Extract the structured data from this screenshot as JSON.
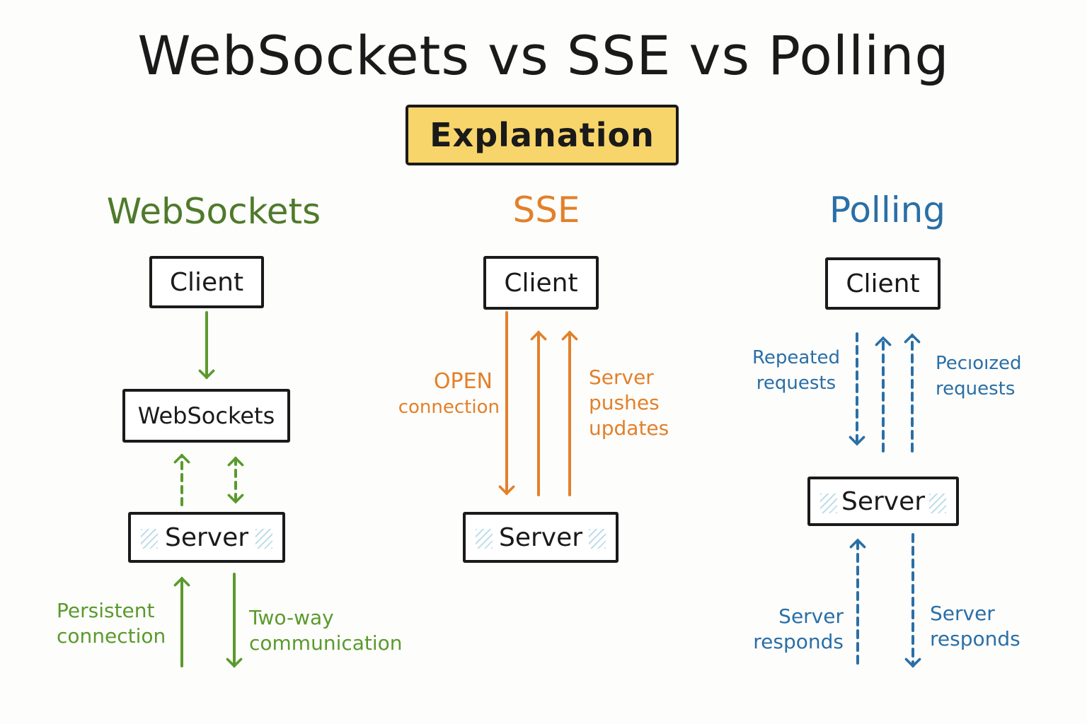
{
  "title": "WebSockets vs SSE vs Polling",
  "badge": "Explanation",
  "colors": {
    "websockets": "#5a9a2c",
    "sse": "#e3802a",
    "polling": "#2a6fa6",
    "badge": "#f8d56a"
  },
  "websockets": {
    "heading": "WebSockets",
    "client": "Client",
    "middle": "WebSockets",
    "server": "Server",
    "label_left": [
      "Persistent",
      "connection"
    ],
    "label_right": [
      "Two-way",
      "communication"
    ]
  },
  "sse": {
    "heading": "SSE",
    "client": "Client",
    "server": "Server",
    "label_left": [
      "OPEN",
      "connection"
    ],
    "label_right": [
      "Server",
      "pushes",
      "updates"
    ]
  },
  "polling": {
    "heading": "Polling",
    "client": "Client",
    "server": "Server",
    "label_left_top": [
      "Repeated",
      "requests"
    ],
    "label_right_top": [
      "Pecıoızed",
      "requests"
    ],
    "label_left_bottom": [
      "Server",
      "responds"
    ],
    "label_right_bottom": [
      "Server",
      "responds"
    ]
  }
}
